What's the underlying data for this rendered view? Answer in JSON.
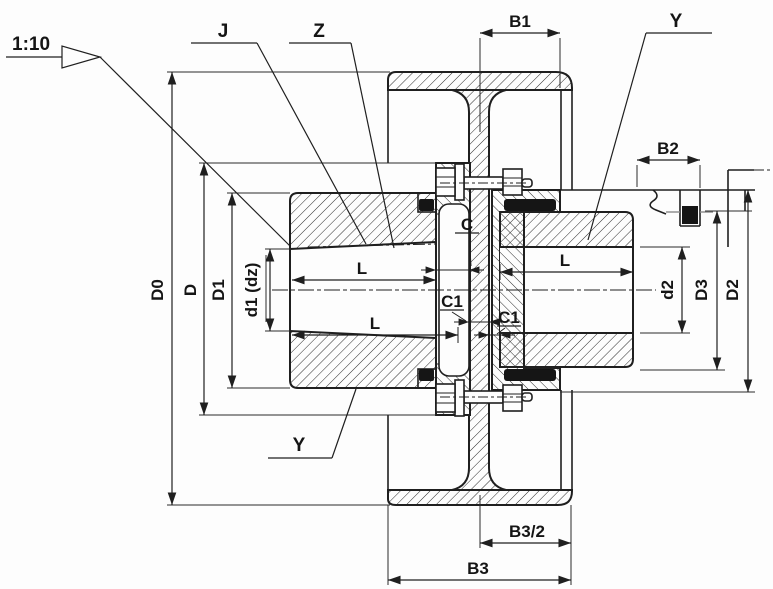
{
  "drawing": {
    "kind": "coupling-section-drawing",
    "taper_note": "1:10",
    "labels": {
      "j": "J",
      "z": "Z",
      "y_top": "Y",
      "y_bottom": "Y",
      "b1": "B1",
      "b2": "B2",
      "b3": "B3",
      "b3_half": "B3/2",
      "d0": "D0",
      "d_big": "D",
      "d1_big": "D1",
      "d1_small": "d1 (dz)",
      "d2_small": "d2",
      "d3_big": "D3",
      "d2_big": "D2",
      "c": "C",
      "c1_left": "C1",
      "c1_right": "C1",
      "l_top": "L",
      "l_bottom": "L",
      "l_right": "L"
    },
    "colors": {
      "line": "#1f1f1f",
      "dim": "#2a2a2a",
      "key_fill": "#151515",
      "background": "#fdfdfd"
    }
  }
}
